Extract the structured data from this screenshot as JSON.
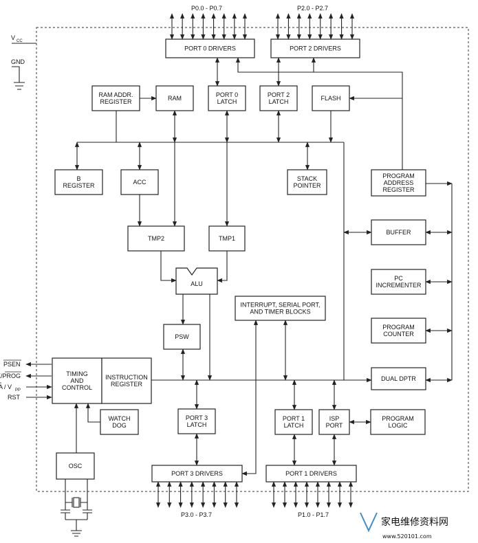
{
  "power": {
    "vcc": "V",
    "vcc_sub": "CC",
    "gnd": "GND"
  },
  "pins": {
    "psen": "PSEN",
    "ale_prog": "ALE/PROG",
    "ea_vpp": "EA / V",
    "ea_vpp_sub": "PP",
    "rst": "RST"
  },
  "ports": {
    "p0": "P0.0 - P0.7",
    "p2": "P2.0 - P2.7",
    "p3": "P3.0 - P3.7",
    "p1": "P1.0 - P1.7"
  },
  "blocks": {
    "port0_drivers": [
      "PORT 0  DRIVERS"
    ],
    "port2_drivers": [
      "PORT 2  DRIVERS"
    ],
    "ram_addr": [
      "RAM ADDR.",
      "REGISTER"
    ],
    "ram": [
      "RAM"
    ],
    "port0_latch": [
      "PORT 0",
      "LATCH"
    ],
    "port2_latch": [
      "PORT 2",
      "LATCH"
    ],
    "flash": [
      "FLASH"
    ],
    "b_reg": [
      "B",
      "REGISTER"
    ],
    "acc": [
      "ACC"
    ],
    "stack": [
      "STACK",
      "POINTER"
    ],
    "par": [
      "PROGRAM",
      "ADDRESS",
      "REGISTER"
    ],
    "buffer": [
      "BUFFER"
    ],
    "tmp2": [
      "TMP2"
    ],
    "tmp1": [
      "TMP1"
    ],
    "alu": [
      "ALU"
    ],
    "pc_inc": [
      "PC",
      "INCREMENTER"
    ],
    "interrupt": [
      "INTERRUPT,  SERIAL PORT,",
      "AND  TIMER BLOCKS"
    ],
    "psw": [
      "PSW"
    ],
    "prog_counter": [
      "PROGRAM",
      "COUNTER"
    ],
    "timing": [
      "TIMING",
      "AND",
      "CONTROL"
    ],
    "instr": [
      "INSTRUCTION",
      "REGISTER"
    ],
    "dptr": [
      "DUAL DPTR"
    ],
    "port3_latch": [
      "PORT 3",
      "LATCH"
    ],
    "watchdog": [
      "WATCH",
      "DOG"
    ],
    "port1_latch": [
      "PORT 1",
      "LATCH"
    ],
    "isp": [
      "ISP",
      "PORT"
    ],
    "prog_logic": [
      "PROGRAM",
      "LOGIC"
    ],
    "osc": [
      "OSC"
    ],
    "port3_drivers": [
      "PORT 3  DRIVERS"
    ],
    "port1_drivers": [
      "PORT 1  DRIVERS"
    ]
  },
  "watermark": {
    "title": "家电维修资料网",
    "url": "www.520101.com"
  },
  "colors": {
    "line": "#222222",
    "watermark": "#3b8fcf"
  }
}
